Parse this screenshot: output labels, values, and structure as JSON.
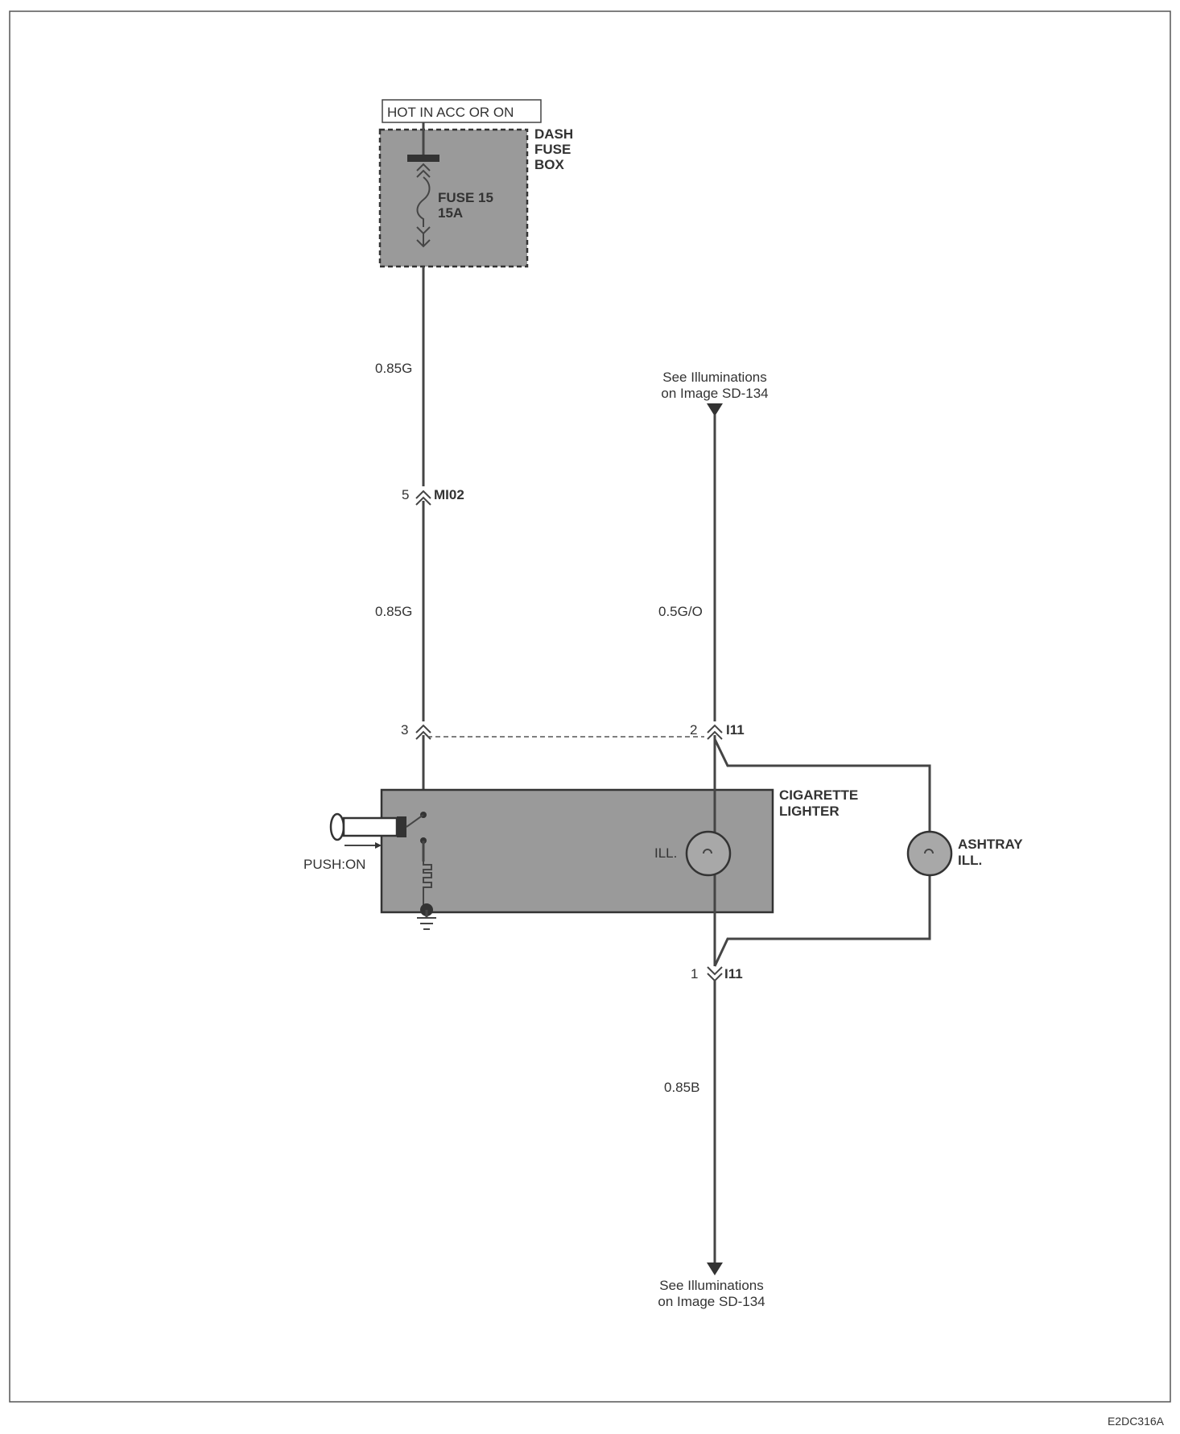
{
  "supply": {
    "hot_label": "HOT IN ACC OR ON",
    "fuse_box_line1": "DASH",
    "fuse_box_line2": "FUSE",
    "fuse_box_line3": "BOX",
    "fuse_name": "FUSE 15",
    "fuse_rating": "15A"
  },
  "left_circuit": {
    "wire_top": "0.85G",
    "connector_pin": "5",
    "connector_name": "MI02",
    "wire_mid": "0.85G",
    "lighter_pin": "3"
  },
  "right_circuit": {
    "ref_top_line1": "See Illuminations",
    "ref_top_line2": "on Image SD-134",
    "wire_top": "0.5G/O",
    "conn_top_pin": "2",
    "conn_top_name": "I11",
    "conn_bottom_pin": "1",
    "conn_bottom_name": "I11",
    "wire_bottom": "0.85B",
    "ref_bottom_line1": "See Illuminations",
    "ref_bottom_line2": "on Image SD-134"
  },
  "lighter": {
    "name_line1": "CIGARETTE",
    "name_line2": "LIGHTER",
    "lamp_label": "ILL.",
    "switch_label": "PUSH:ON"
  },
  "ashtray": {
    "name_line1": "ASHTRAY",
    "name_line2": "ILL."
  },
  "footer_code": "E2DC316A",
  "colors": {
    "line": "#454545",
    "component_fill": "#9a9a9a",
    "lamp_fill": "#a8a8a8"
  }
}
